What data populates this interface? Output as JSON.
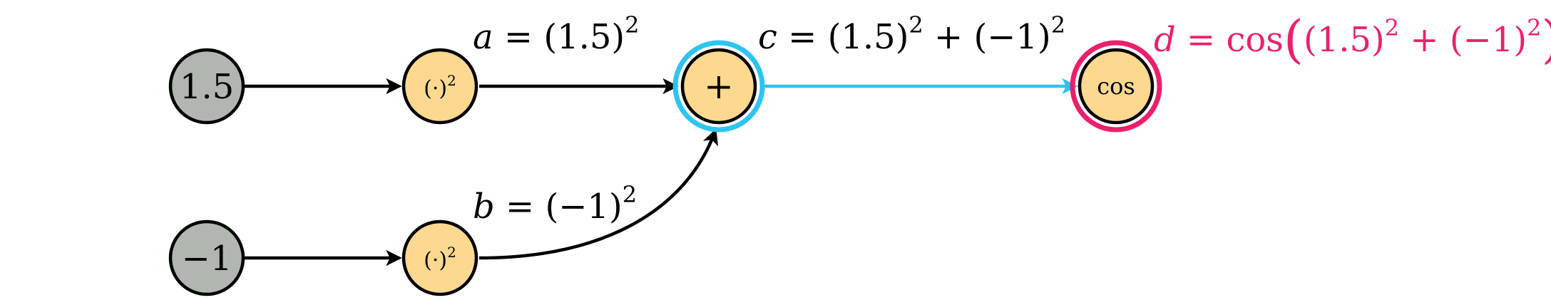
{
  "colors": {
    "input_node_fill": "#b1b6b1",
    "op_node_fill": "#fcd98f",
    "edge_default": "#000000",
    "highlight_cyan": "#2ec4ef",
    "highlight_pink": "#ec1f6c"
  },
  "nodes": {
    "input_a": {
      "label": "1.5"
    },
    "input_b": {
      "label": "−1"
    },
    "square_a": {
      "label_base": "(·)",
      "label_exp": "2"
    },
    "square_b": {
      "label_base": "(·)",
      "label_exp": "2"
    },
    "plus": {
      "label": "+"
    },
    "cosine": {
      "label": "cos"
    }
  },
  "labels": {
    "a": {
      "var": "a",
      "eq": " = (1.5)",
      "exp": "2"
    },
    "b": {
      "var": "b",
      "eq": " = (−1)",
      "exp": "2"
    },
    "c": {
      "var": "c",
      "eq1": " = (1.5)",
      "exp1": "2",
      "eq2": " + (−1)",
      "exp2": "2"
    },
    "d": {
      "var": "d",
      "eq1": " = cos",
      "lparen": "(",
      "eq2": "(1.5)",
      "exp1": "2",
      "eq3": " + (−1)",
      "exp2": "2",
      "rparen": ")"
    }
  }
}
